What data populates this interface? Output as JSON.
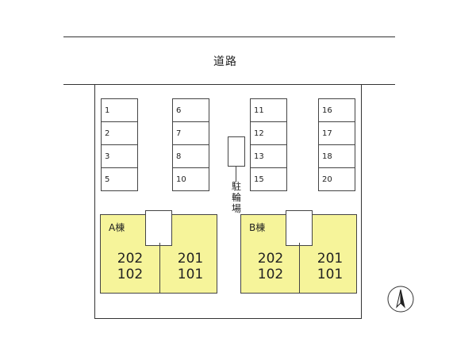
{
  "road": {
    "label": "道路"
  },
  "parking": {
    "columns": [
      [
        "1",
        "2",
        "3",
        "5"
      ],
      [
        "6",
        "7",
        "8",
        "10"
      ],
      [
        "11",
        "12",
        "13",
        "15"
      ],
      [
        "16",
        "17",
        "18",
        "20"
      ]
    ]
  },
  "bicycle_parking": {
    "label": "駐輪場"
  },
  "buildings": [
    {
      "name": "A棟",
      "units": [
        [
          "202",
          "102"
        ],
        [
          "201",
          "101"
        ]
      ]
    },
    {
      "name": "B棟",
      "units": [
        [
          "202",
          "102"
        ],
        [
          "201",
          "101"
        ]
      ]
    }
  ],
  "compass": {
    "icon": "north-arrow-icon"
  }
}
